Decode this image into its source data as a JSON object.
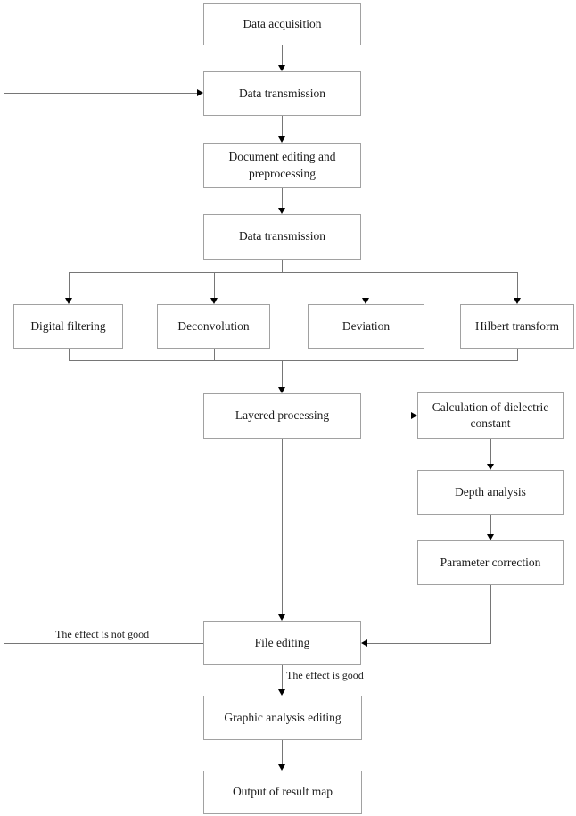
{
  "diagram": {
    "type": "flowchart",
    "nodes": {
      "data_acquisition": "Data acquisition",
      "data_transmission_1": "Data transmission",
      "document_editing": "Document editing and preprocessing",
      "data_transmission_2": "Data transmission",
      "digital_filtering": "Digital filtering",
      "deconvolution": "Deconvolution",
      "deviation": "Deviation",
      "hilbert_transform": "Hilbert transform",
      "layered_processing": "Layered processing",
      "calculation_dielectric": "Calculation of dielectric constant",
      "depth_analysis": "Depth analysis",
      "parameter_correction": "Parameter correction",
      "file_editing": "File editing",
      "graphic_analysis_editing": "Graphic analysis editing",
      "output_result_map": "Output of result map"
    },
    "edge_labels": {
      "not_good": "The effect is not good",
      "good": "The effect is good"
    },
    "colors": {
      "background": "#ffffff",
      "box_border": "#a1a1a1",
      "box_fill": "#ffffff",
      "connector": "#767676",
      "arrowhead": "#000000",
      "text": "#1a1a1a"
    }
  }
}
